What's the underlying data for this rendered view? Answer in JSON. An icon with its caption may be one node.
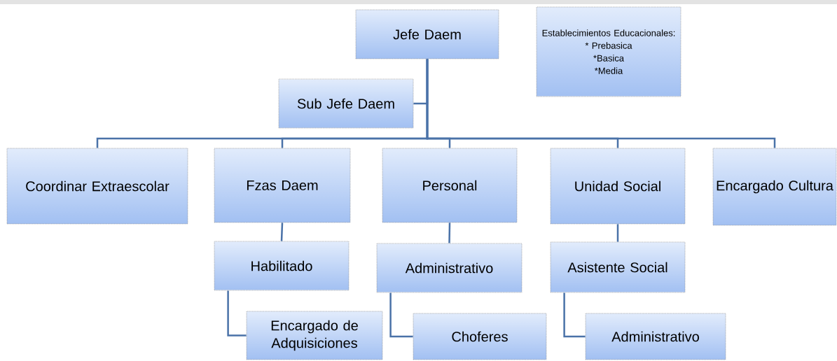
{
  "diagram": {
    "nodes": [
      {
        "text": [
          "Jefe Daem"
        ]
      },
      {
        "text": [
          "Establecimientos Educacionales:",
          "* Prebasica",
          "*Basica",
          "*Media"
        ]
      },
      {
        "text": [
          "Sub Jefe Daem"
        ]
      },
      {
        "text": [
          "Coordinar Extraescolar"
        ]
      },
      {
        "text": [
          "Fzas Daem"
        ]
      },
      {
        "text": [
          "Personal"
        ]
      },
      {
        "text": [
          "Unidad Social"
        ]
      },
      {
        "text": [
          "Encargado Cultura"
        ]
      },
      {
        "text": [
          "Habilitado"
        ]
      },
      {
        "text": [
          "Encargado de Adquisiciones"
        ]
      },
      {
        "text": [
          "Administrativo"
        ]
      },
      {
        "text": [
          "Choferes"
        ]
      },
      {
        "text": [
          "Asistente Social"
        ]
      },
      {
        "text": [
          "Administrativo"
        ]
      }
    ],
    "edges": [
      {
        "from": 0,
        "to": 2,
        "arrow": "none"
      },
      {
        "from": 0,
        "to": 3,
        "arrow": "none"
      },
      {
        "from": 0,
        "to": 4,
        "arrow": "none"
      },
      {
        "from": 0,
        "to": 5,
        "arrow": "none"
      },
      {
        "from": 0,
        "to": 6,
        "arrow": "none"
      },
      {
        "from": 0,
        "to": 7,
        "arrow": "none"
      },
      {
        "from": 4,
        "to": 8,
        "arrow": "none"
      },
      {
        "from": 8,
        "to": 9,
        "arrow": "none"
      },
      {
        "from": 5,
        "to": 10,
        "arrow": "none"
      },
      {
        "from": 10,
        "to": 11,
        "arrow": "none"
      },
      {
        "from": 6,
        "to": 12,
        "arrow": "none"
      },
      {
        "from": 12,
        "to": 13,
        "arrow": "none"
      }
    ]
  }
}
